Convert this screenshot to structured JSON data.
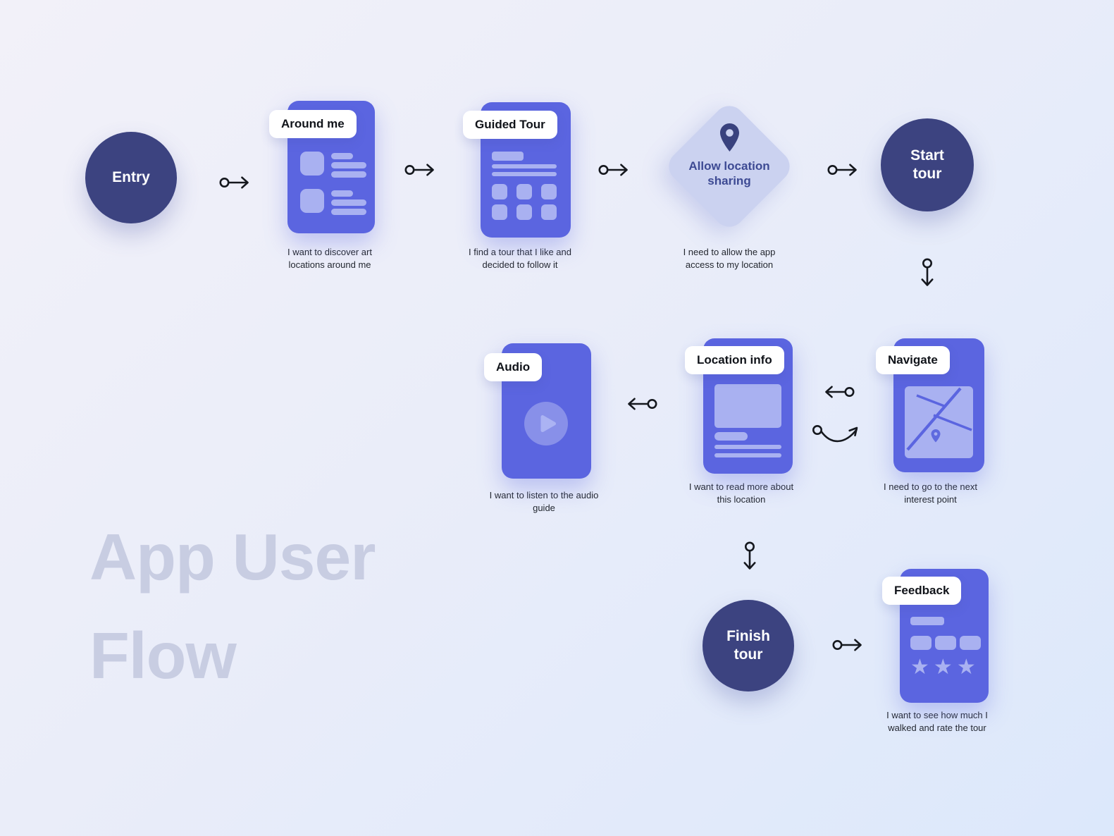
{
  "watermark": {
    "line1": "App User",
    "line2": "Flow"
  },
  "colors": {
    "background_gradient_start": "#F2F1F9",
    "background_gradient_end": "#DCE8FB",
    "circle_node_fill": "#3C4380",
    "circle_node_text": "#FFFFFF",
    "screen_card_fill": "#5B65E0",
    "screen_placeholder_fill": "#A9B1F1",
    "play_button_fill": "#8890E9",
    "decision_diamond_fill": "#CBD2F0",
    "decision_text": "#3D4A93",
    "label_pill_fill": "#FFFFFF",
    "label_text": "#101319",
    "caption_text": "#23272F",
    "connector_stroke": "#15181E",
    "watermark_text": "#C8CDE2"
  },
  "nodes": {
    "entry": {
      "type": "start-circle",
      "label": "Entry"
    },
    "around_me": {
      "type": "screen-card",
      "label": "Around me",
      "caption": "I want to discover art locations around me"
    },
    "guided_tour": {
      "type": "screen-card",
      "label": "Guided Tour",
      "caption": "I find a tour that I like and decided to follow it"
    },
    "allow_location_sharing": {
      "type": "decision-diamond",
      "label": "Allow location sharing",
      "caption": "I need to allow the app access to my location"
    },
    "start_tour": {
      "type": "action-circle",
      "label": "Start tour"
    },
    "audio": {
      "type": "screen-card",
      "label": "Audio",
      "caption": "I want to listen to the audio guide"
    },
    "location_info": {
      "type": "screen-card",
      "label": "Location info",
      "caption": "I want to read more about this location"
    },
    "navigate": {
      "type": "screen-card",
      "label": "Navigate",
      "caption": "I need to go to the next interest point"
    },
    "finish_tour": {
      "type": "action-circle",
      "label": "Finish tour"
    },
    "feedback": {
      "type": "screen-card",
      "label": "Feedback",
      "caption": "I want to see how much I walked and rate the tour"
    }
  },
  "connectors": [
    {
      "from": "entry",
      "to": "around_me",
      "style": "circle-tail-arrow-right"
    },
    {
      "from": "around_me",
      "to": "guided_tour",
      "style": "circle-tail-arrow-right"
    },
    {
      "from": "guided_tour",
      "to": "allow_location_sharing",
      "style": "circle-tail-arrow-right"
    },
    {
      "from": "allow_location_sharing",
      "to": "start_tour",
      "style": "circle-tail-arrow-right"
    },
    {
      "from": "start_tour",
      "to": "navigate",
      "style": "circle-tail-arrow-down"
    },
    {
      "from": "location_info",
      "to": "audio",
      "style": "circle-tail-arrow-left"
    },
    {
      "from": "navigate",
      "to": "location_info",
      "style": "circle-tail-arrow-left"
    },
    {
      "from": "location_info",
      "to": "navigate",
      "style": "circle-tail-curved-arrow"
    },
    {
      "from": "location_info",
      "to": "finish_tour",
      "style": "circle-tail-arrow-down"
    },
    {
      "from": "finish_tour",
      "to": "feedback",
      "style": "circle-tail-arrow-right"
    }
  ]
}
